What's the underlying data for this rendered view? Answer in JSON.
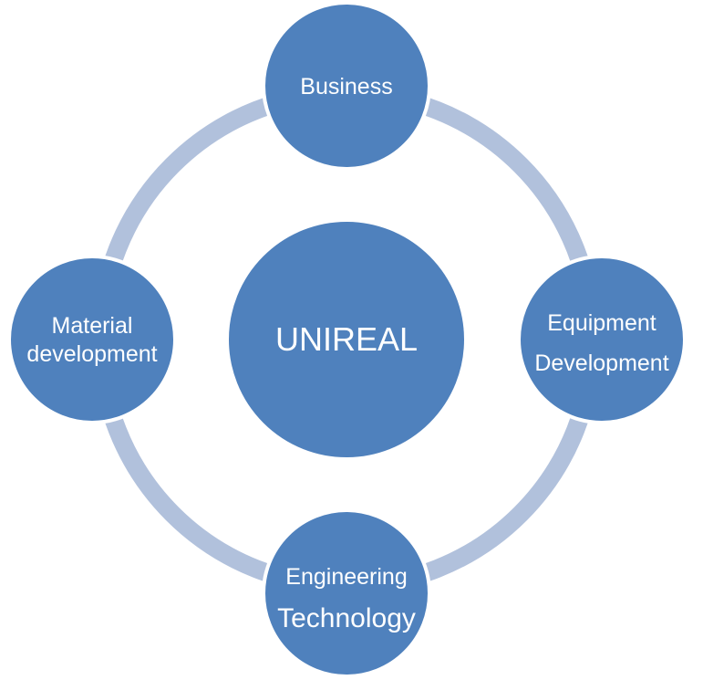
{
  "diagram": {
    "colors": {
      "ring": "#b1c1dc",
      "node": "#4f81bd",
      "text": "#ffffff",
      "background": "#ffffff"
    },
    "center": {
      "label": "UNIREAL"
    },
    "nodes": [
      {
        "id": "business",
        "lines": [
          "Business"
        ]
      },
      {
        "id": "equipment",
        "lines": [
          "Equipment",
          "Development"
        ]
      },
      {
        "id": "engineering",
        "lines": [
          "Engineering",
          "Technology"
        ]
      },
      {
        "id": "material",
        "lines": [
          "Material",
          "development"
        ]
      }
    ]
  }
}
